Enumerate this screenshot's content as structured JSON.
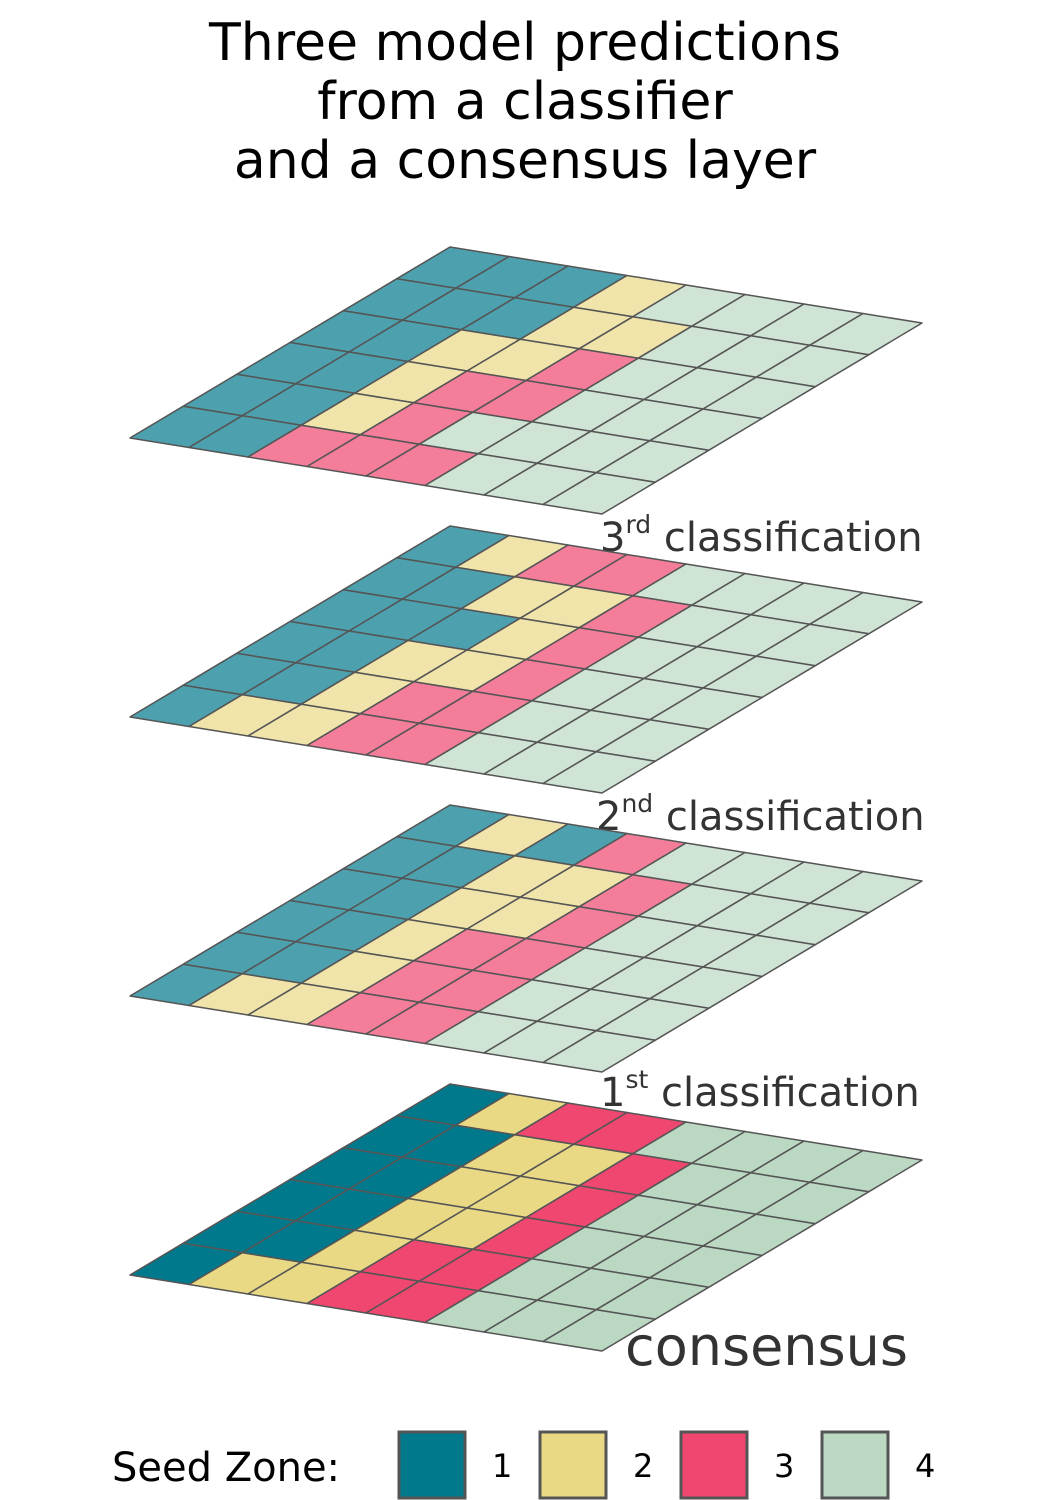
{
  "title": {
    "lines": [
      "Three model predictions",
      "from a classifier",
      "and a consensus layer"
    ]
  },
  "legend": {
    "title": "Seed Zone:",
    "items": [
      {
        "label": "1",
        "color": "#00798C"
      },
      {
        "label": "2",
        "color": "#E9D985"
      },
      {
        "label": "3",
        "color": "#EF476F"
      },
      {
        "label": "4",
        "color": "#BBD8C2"
      }
    ]
  },
  "layers": [
    {
      "id": "third",
      "label_main": "3",
      "label_sup": "rd",
      "label_rest": " classification",
      "faded": true,
      "rows": [
        [
          1,
          1,
          1,
          2,
          4,
          4,
          4,
          4
        ],
        [
          1,
          1,
          1,
          2,
          2,
          4,
          4,
          4
        ],
        [
          1,
          1,
          2,
          2,
          3,
          4,
          4,
          4
        ],
        [
          1,
          1,
          2,
          3,
          3,
          4,
          4,
          4
        ],
        [
          1,
          1,
          2,
          3,
          4,
          4,
          4,
          4
        ],
        [
          1,
          1,
          3,
          3,
          3,
          4,
          4,
          4
        ]
      ]
    },
    {
      "id": "second",
      "label_main": "2",
      "label_sup": "nd",
      "label_rest": " classification",
      "faded": true,
      "rows": [
        [
          1,
          2,
          3,
          3,
          4,
          4,
          4,
          4
        ],
        [
          1,
          1,
          2,
          2,
          3,
          4,
          4,
          4
        ],
        [
          1,
          1,
          1,
          2,
          3,
          4,
          4,
          4
        ],
        [
          1,
          1,
          2,
          2,
          3,
          4,
          4,
          4
        ],
        [
          1,
          1,
          2,
          3,
          3,
          4,
          4,
          4
        ],
        [
          1,
          2,
          2,
          3,
          3,
          4,
          4,
          4
        ]
      ]
    },
    {
      "id": "first",
      "label_main": "1",
      "label_sup": "st",
      "label_rest": " classification",
      "faded": true,
      "rows": [
        [
          1,
          2,
          1,
          3,
          4,
          4,
          4,
          4
        ],
        [
          1,
          1,
          2,
          2,
          3,
          4,
          4,
          4
        ],
        [
          1,
          1,
          2,
          2,
          3,
          4,
          4,
          4
        ],
        [
          1,
          1,
          2,
          3,
          3,
          4,
          4,
          4
        ],
        [
          1,
          1,
          2,
          3,
          3,
          4,
          4,
          4
        ],
        [
          1,
          2,
          2,
          3,
          3,
          4,
          4,
          4
        ]
      ]
    },
    {
      "id": "consensus",
      "label_main": "consensus",
      "label_sup": "",
      "label_rest": "",
      "faded": false,
      "rows": [
        [
          1,
          2,
          3,
          3,
          4,
          4,
          4,
          4
        ],
        [
          1,
          1,
          2,
          2,
          3,
          4,
          4,
          4
        ],
        [
          1,
          1,
          2,
          2,
          3,
          4,
          4,
          4
        ],
        [
          1,
          1,
          2,
          2,
          3,
          4,
          4,
          4
        ],
        [
          1,
          1,
          2,
          3,
          3,
          4,
          4,
          4
        ],
        [
          1,
          2,
          2,
          3,
          3,
          4,
          4,
          4
        ]
      ]
    }
  ]
}
